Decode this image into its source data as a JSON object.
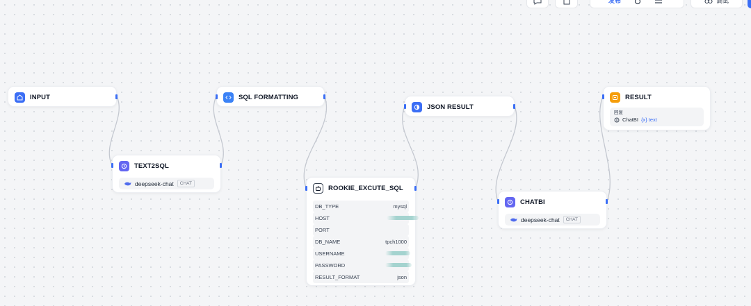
{
  "toolbar": {
    "publish_label": "发布",
    "debug_label": "调试"
  },
  "nodes": {
    "input": {
      "title": "INPUT"
    },
    "text2sql": {
      "title": "TEXT2SQL",
      "model": "deepseek-chat",
      "model_tag": "CHAT"
    },
    "sql_formatting": {
      "title": "SQL FORMATTING"
    },
    "rookie": {
      "title": "ROOKIE_EXCUTE_SQL",
      "params": [
        {
          "key": "DB_TYPE",
          "value": "mysql"
        },
        {
          "key": "HOST",
          "value": ""
        },
        {
          "key": "PORT",
          "value": ""
        },
        {
          "key": "DB_NAME",
          "value": "tpch1000"
        },
        {
          "key": "USERNAME",
          "value": ""
        },
        {
          "key": "PASSWORD",
          "value": ""
        },
        {
          "key": "RESULT_FORMAT",
          "value": "json"
        }
      ]
    },
    "json_result": {
      "title": "JSON RESULT"
    },
    "chatbi": {
      "title": "CHATBI",
      "model": "deepseek-chat",
      "model_tag": "CHAT"
    },
    "result": {
      "title": "RESULT",
      "label": "回复",
      "source": "ChatBI",
      "var": "{x} text"
    }
  },
  "colors": {
    "accent": "#3b6ef5",
    "edge": "#c4c8d0",
    "result_icon": "#f59e0b",
    "chatbi_icon": "#6366f1"
  }
}
